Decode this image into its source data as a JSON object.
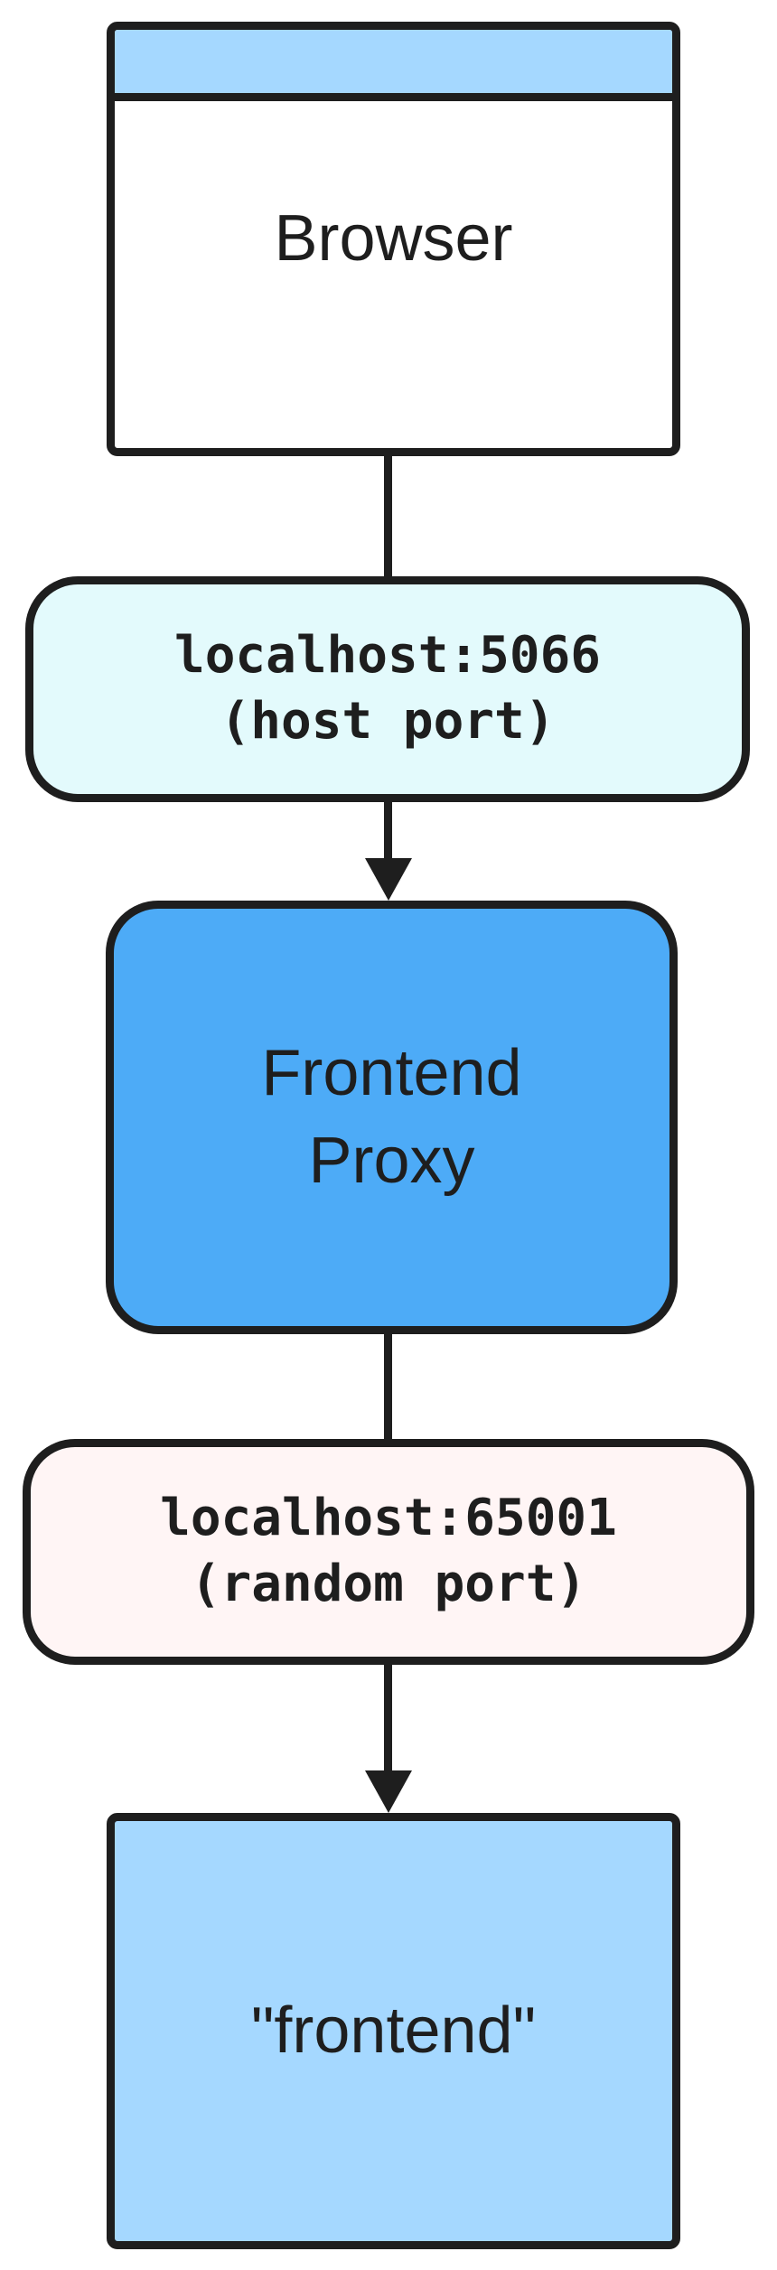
{
  "colors": {
    "background": "#ffffff",
    "stroke": "#1e1e1e",
    "text": "#1e1e1e",
    "browser_window_fill": "#ffffff",
    "browser_titlebar_fill": "#a5d8ff",
    "frontend_proxy_fill": "#4dabf7",
    "frontend_fill": "#a5d8ff",
    "host_port_pill_fill": "#e3fafc",
    "random_port_pill_fill": "#fff5f5"
  },
  "nodes": {
    "browser": {
      "label": "Browser",
      "shape": "browser-window"
    },
    "proxy": {
      "label": "Frontend Proxy",
      "lines": [
        "Frontend",
        "Proxy"
      ],
      "shape": "rounded-rect"
    },
    "frontend": {
      "label": "\"frontend\"",
      "shape": "rect"
    }
  },
  "edges": {
    "host_port": {
      "from": "browser",
      "to": "proxy",
      "label": "localhost:5066 (host port)",
      "lines": [
        "localhost:5066",
        "(host port)"
      ]
    },
    "random_port": {
      "from": "proxy",
      "to": "frontend",
      "label": "localhost:65001 (random port)",
      "lines": [
        "localhost:65001",
        "(random port)"
      ]
    }
  }
}
